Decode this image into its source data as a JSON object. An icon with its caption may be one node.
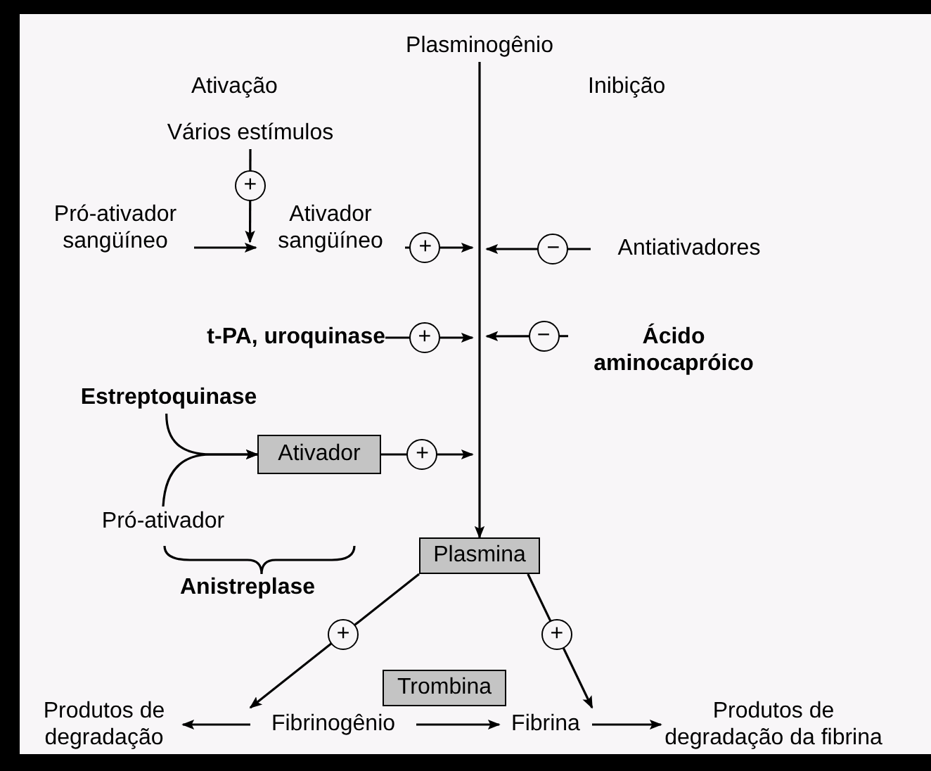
{
  "diagram": {
    "nodes": [
      {
        "text": [
          "Plasminogênio"
        ]
      },
      {
        "text": [
          "Plasmina"
        ]
      },
      {
        "text": [
          "Pró-ativador sangüíneo"
        ]
      },
      {
        "text": [
          "Ativador sangüíneo"
        ]
      },
      {
        "text": [
          "Vários estímulos"
        ]
      },
      {
        "text": [
          "Antiativadores"
        ]
      },
      {
        "text": [
          "t-PA, uroquinase"
        ]
      },
      {
        "text": [
          "Ácido aminocapróico"
        ]
      },
      {
        "text": [
          "Estreptoquinase"
        ]
      },
      {
        "text": [
          "Ativador"
        ]
      },
      {
        "text": [
          "Pró-ativador"
        ]
      },
      {
        "text": [
          "Trombina"
        ]
      },
      {
        "text": [
          "Produtos de degradação"
        ]
      },
      {
        "text": [
          "Fibrinogênio"
        ]
      },
      {
        "text": [
          "Fibrina"
        ]
      },
      {
        "text": [
          "Produtos de degradação da fibrina"
        ]
      }
    ],
    "edges": [
      {
        "from": 0,
        "to": 1,
        "arrow": "to"
      },
      {
        "from": 4,
        "to": 3,
        "arrow": "to",
        "label": "+"
      },
      {
        "from": 2,
        "to": 3,
        "arrow": "to"
      },
      {
        "from": 3,
        "to": null,
        "arrow": "to",
        "label": "+"
      },
      {
        "from": 5,
        "to": null,
        "arrow": "to",
        "label": "−"
      },
      {
        "from": 6,
        "to": null,
        "arrow": "to",
        "label": "+"
      },
      {
        "from": 7,
        "to": null,
        "arrow": "to",
        "label": "−"
      },
      {
        "from": 8,
        "to": 9,
        "arrow": "to"
      },
      {
        "from": 10,
        "to": 9,
        "arrow": "to"
      },
      {
        "from": 9,
        "to": null,
        "arrow": "to",
        "label": "+"
      },
      {
        "from": 1,
        "to": 13,
        "arrow": "to",
        "label": "+"
      },
      {
        "from": 1,
        "to": 14,
        "arrow": "to",
        "label": "+"
      },
      {
        "from": 13,
        "to": 12,
        "arrow": "to"
      },
      {
        "from": 13,
        "to": 14,
        "arrow": "to"
      },
      {
        "from": 14,
        "to": 15,
        "arrow": "to"
      }
    ],
    "labels": [
      "Ativação",
      "Inibição",
      "Anistreplase"
    ]
  }
}
